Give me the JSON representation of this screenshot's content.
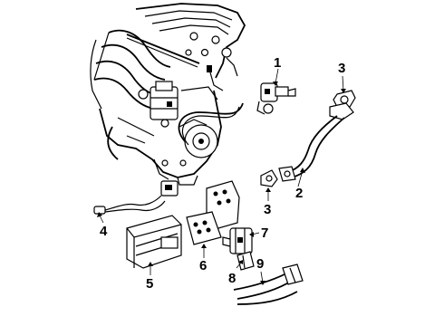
{
  "diagram": {
    "callouts": [
      {
        "id": "c1",
        "label": "1"
      },
      {
        "id": "c2",
        "label": "2"
      },
      {
        "id": "c3a",
        "label": "3"
      },
      {
        "id": "c3b",
        "label": "3"
      },
      {
        "id": "c4",
        "label": "4"
      },
      {
        "id": "c5",
        "label": "5"
      },
      {
        "id": "c6",
        "label": "6"
      },
      {
        "id": "c7",
        "label": "7"
      },
      {
        "id": "c8",
        "label": "8"
      },
      {
        "id": "c9",
        "label": "9"
      }
    ]
  }
}
